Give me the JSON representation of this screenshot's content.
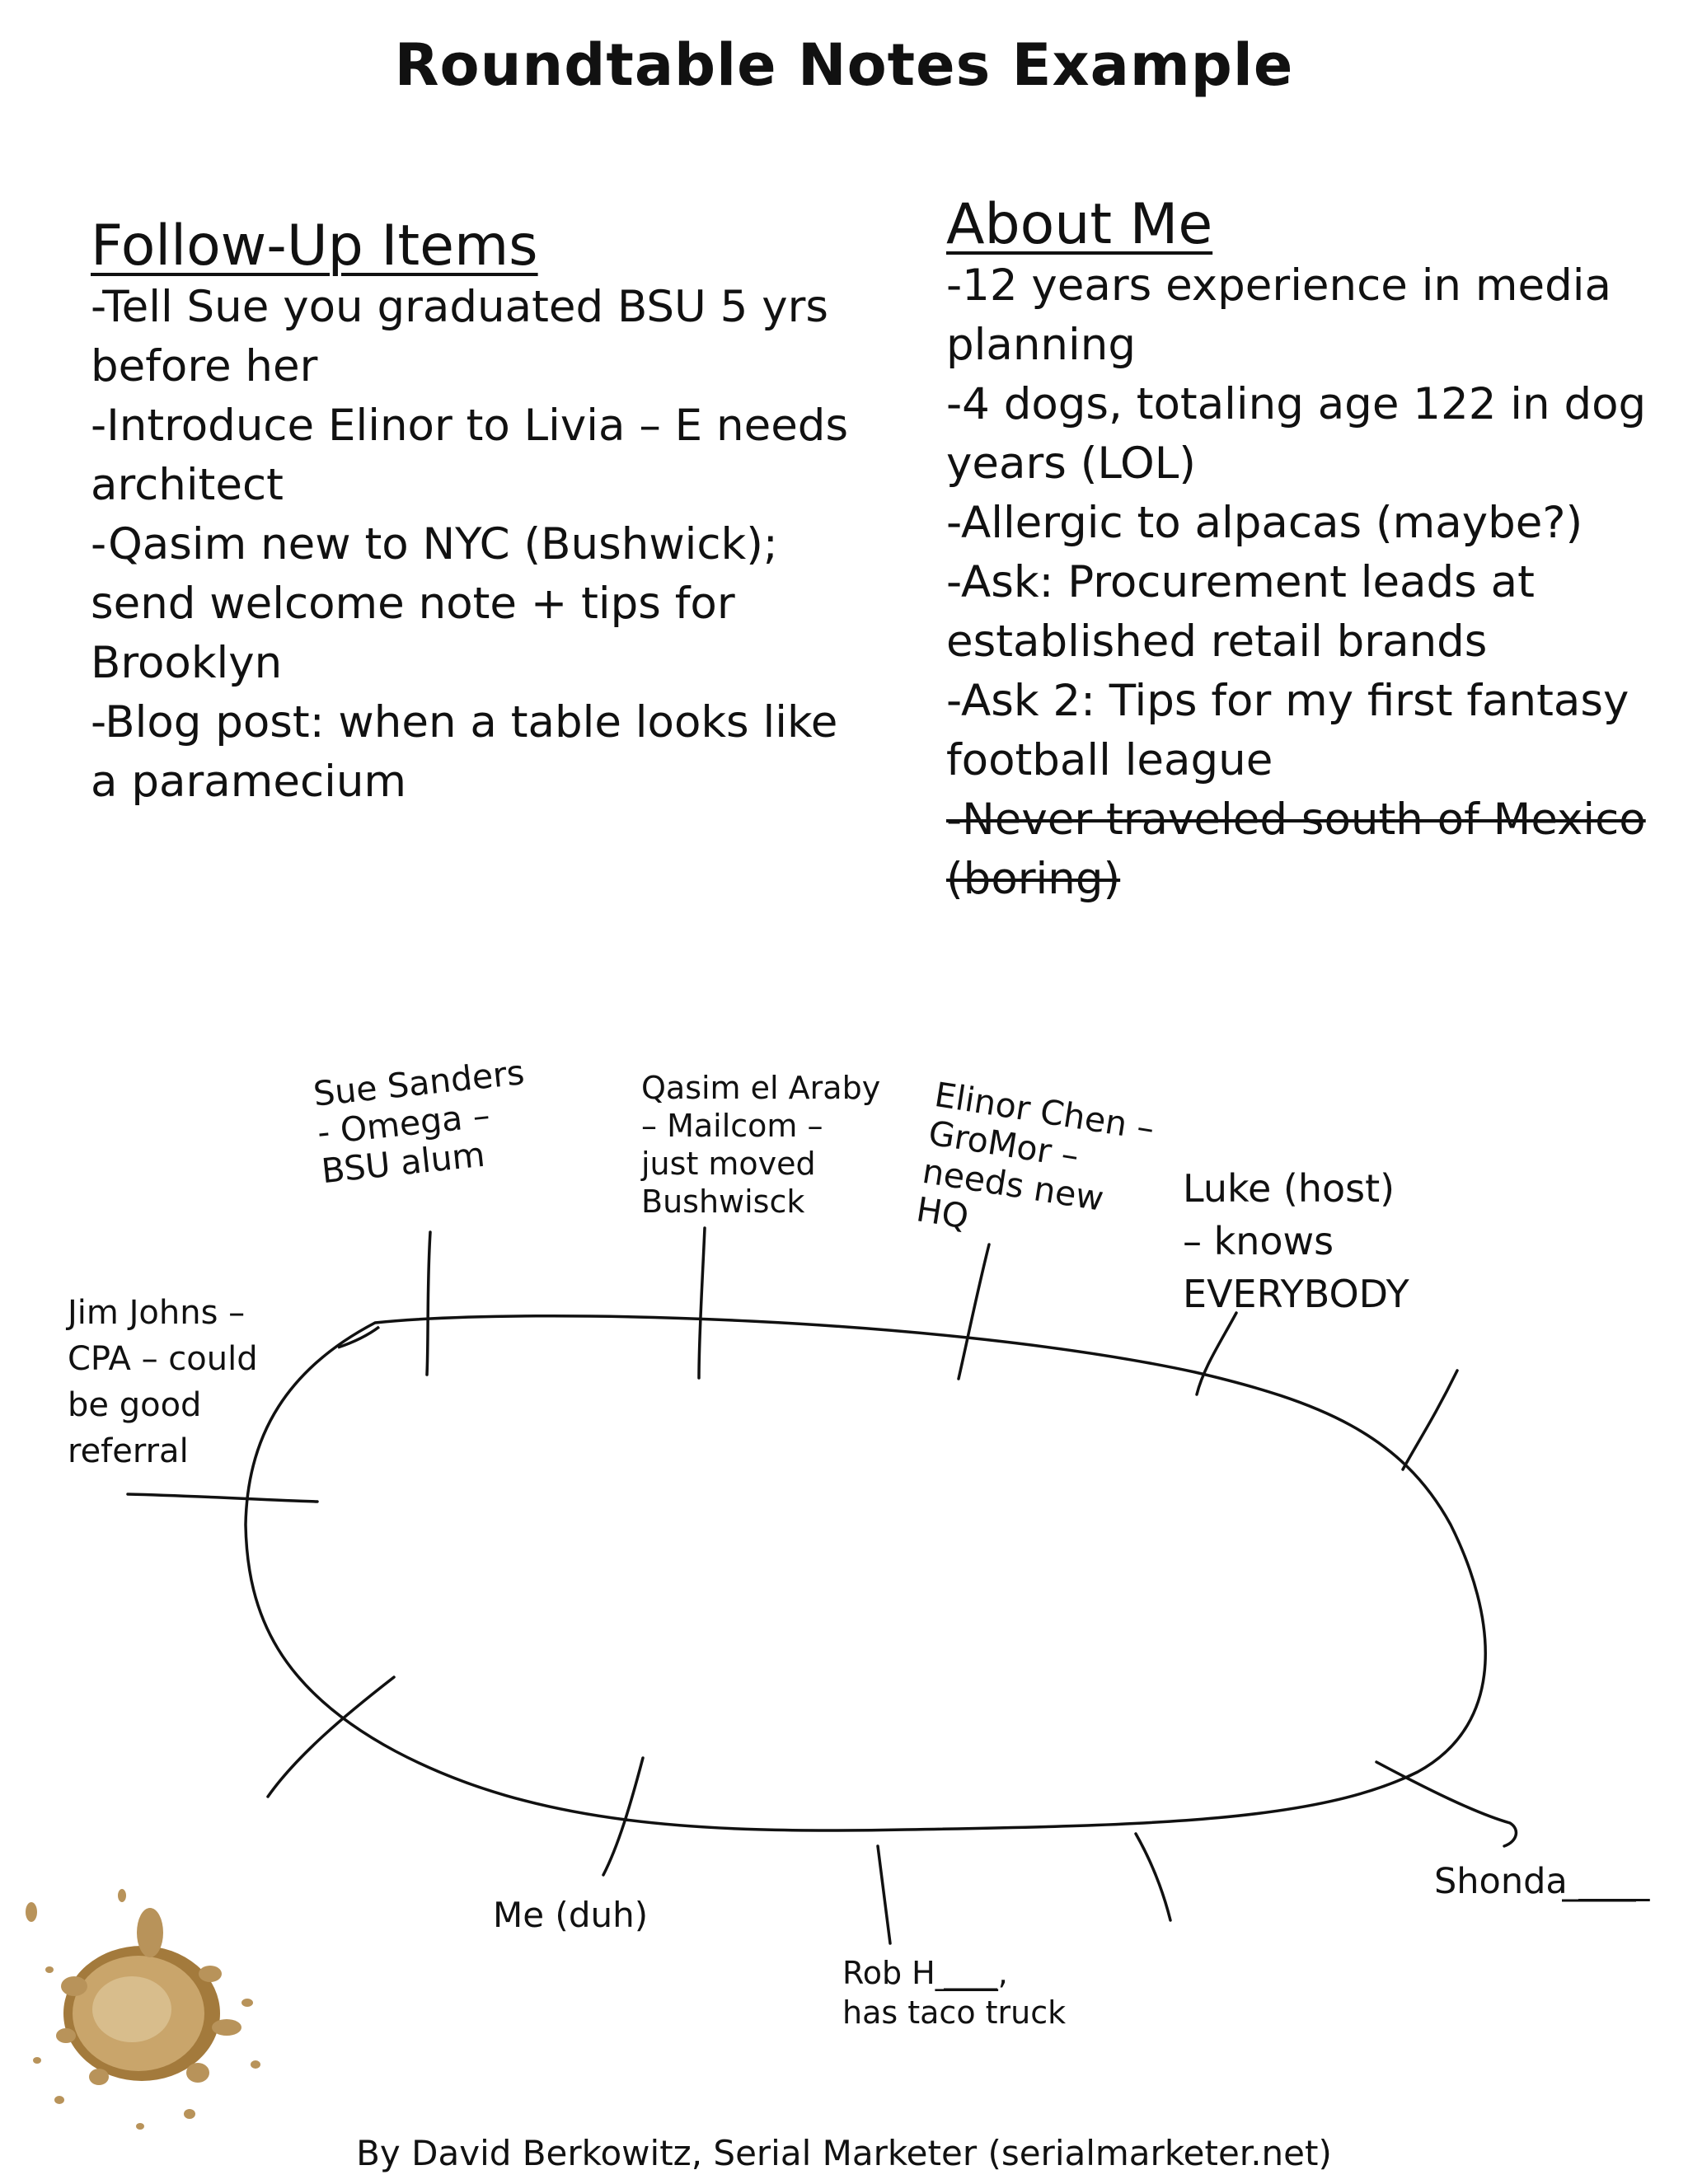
{
  "title": "Roundtable Notes Example",
  "follow_up": {
    "heading": "Follow-Up Items",
    "items": [
      "-Tell Sue you graduated BSU 5 yrs before her",
      "-Introduce Elinor to Livia – E needs architect",
      "-Qasim new to NYC (Bushwick); send welcome note + tips for Brooklyn",
      "-Blog post: when a table looks like a paramecium"
    ]
  },
  "about_me": {
    "heading": "About Me",
    "items": [
      "-12 years experience in media planning",
      "-4 dogs, totaling age 122 in dog years (LOL)",
      "-Allergic to alpacas (maybe?)",
      "-Ask: Procurement leads at established retail brands",
      "-Ask 2: Tips for my first fantasy football league"
    ],
    "struck_item": "-Never traveled south of Mexico (boring)"
  },
  "seats": {
    "sue": "Sue Sanders\n- Omega –\nBSU alum",
    "qasim": "Qasim el Araby\n– Mailcom –\njust moved\nBushwisck",
    "elinor": "Elinor Chen –\nGroMor –\nneeds new\nHQ",
    "luke": "Luke (host)\n– knows\nEVERYBODY",
    "jim": "Jim Johns –\nCPA – could\nbe good\nreferral",
    "me": "Me (duh)",
    "rob": "Rob H____,\nhas taco truck",
    "shonda": "Shonda ____"
  },
  "footer": "By David Berkowitz, Serial Marketer (serialmarketer.net)",
  "colors": {
    "ink": "#111111",
    "coffee_stain": "#b8935a",
    "paper": "#ffffff"
  }
}
